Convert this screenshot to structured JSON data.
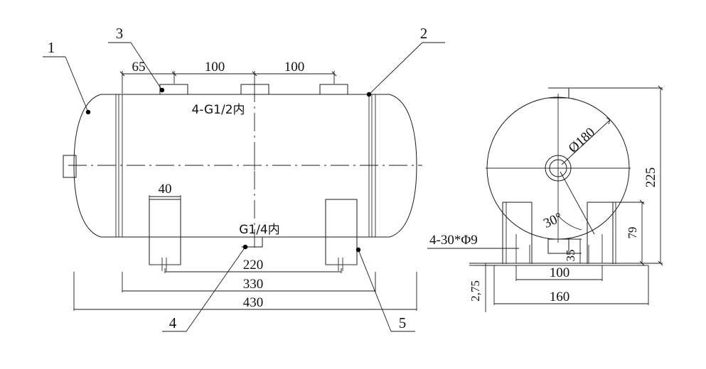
{
  "drawing": {
    "title": "Horizontal Air Tank Assembly Drawing",
    "views": {
      "front": "front-elevation-view",
      "side": "left-side-end-view"
    }
  },
  "balloons": [
    {
      "id": "1",
      "label": "1",
      "view": "front",
      "points_to": "left-dished-head"
    },
    {
      "id": "2",
      "label": "2",
      "view": "front",
      "points_to": "right-shell-weld-seam"
    },
    {
      "id": "3",
      "label": "3",
      "view": "front",
      "points_to": "top-port-boss"
    },
    {
      "id": "4",
      "label": "4",
      "view": "front",
      "points_to": "bottom-drain-port"
    },
    {
      "id": "5",
      "label": "5",
      "view": "front",
      "points_to": "right-saddle-foot"
    }
  ],
  "front_view": {
    "top_dimensions": [
      {
        "value": "65",
        "label": "65"
      },
      {
        "value": "100",
        "label": "100"
      },
      {
        "value": "100",
        "label": "100"
      }
    ],
    "bottom_dimensions": [
      {
        "value": "220",
        "label": "220"
      },
      {
        "value": "330",
        "label": "330"
      },
      {
        "value": "430",
        "label": "430"
      }
    ],
    "foot_width_dimension": {
      "value": "40",
      "label": "40"
    },
    "top_port_note": "4-G1/2内",
    "bottom_port_note": "G1/4内"
  },
  "side_view": {
    "diameter_note": "Ø180",
    "angle_note": "30°",
    "height_dimension": {
      "value": "225",
      "label": "225"
    },
    "foot_height_dimension": {
      "value": "79",
      "label": "79"
    },
    "boss_height_dimension": {
      "value": "35",
      "label": "35"
    },
    "plate_thickness_dimension": {
      "value": "2,75",
      "label": "2,75"
    },
    "base_inner_dimension": {
      "value": "100",
      "label": "100"
    },
    "base_outer_dimension": {
      "value": "160",
      "label": "160"
    },
    "hole_note": "4-30*Φ9"
  },
  "colors": {
    "line": "#1a1a1a",
    "text": "#111111",
    "background": "#ffffff"
  }
}
